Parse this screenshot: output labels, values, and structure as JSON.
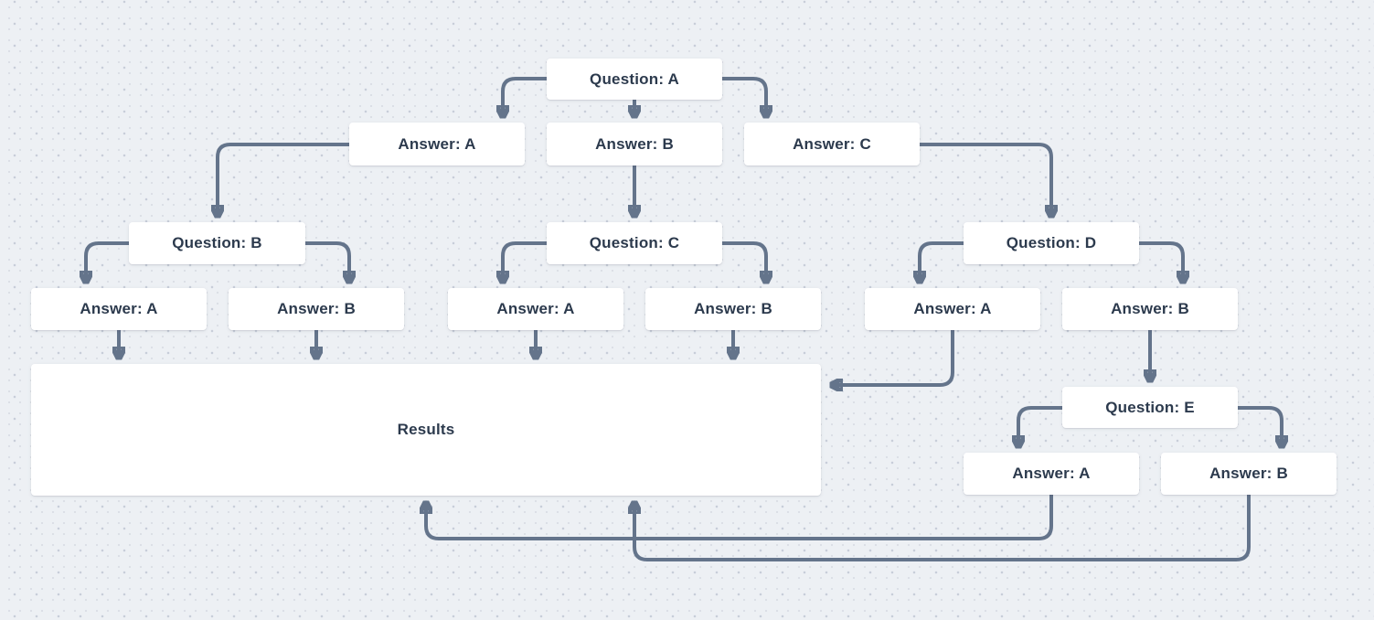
{
  "diagram": {
    "title": "question-answer-flowchart",
    "colors": {
      "background": "#edf0f4",
      "dot": "#c8ced9",
      "connector": "#64748b",
      "node_fill": "#ffffff",
      "node_text": "#2c3a4d"
    },
    "nodes": [
      {
        "id": "question-a",
        "type": "question",
        "label": "Question: A"
      },
      {
        "id": "qa-answer-a",
        "type": "answer",
        "label": "Answer: A"
      },
      {
        "id": "qa-answer-b",
        "type": "answer",
        "label": "Answer: B"
      },
      {
        "id": "qa-answer-c",
        "type": "answer",
        "label": "Answer: C"
      },
      {
        "id": "question-b",
        "type": "question",
        "label": "Question: B"
      },
      {
        "id": "qb-answer-a",
        "type": "answer",
        "label": "Answer: A"
      },
      {
        "id": "qb-answer-b",
        "type": "answer",
        "label": "Answer: B"
      },
      {
        "id": "question-c",
        "type": "question",
        "label": "Question: C"
      },
      {
        "id": "qc-answer-a",
        "type": "answer",
        "label": "Answer: A"
      },
      {
        "id": "qc-answer-b",
        "type": "answer",
        "label": "Answer: B"
      },
      {
        "id": "question-d",
        "type": "question",
        "label": "Question: D"
      },
      {
        "id": "qd-answer-a",
        "type": "answer",
        "label": "Answer: A"
      },
      {
        "id": "qd-answer-b",
        "type": "answer",
        "label": "Answer: B"
      },
      {
        "id": "question-e",
        "type": "question",
        "label": "Question: E"
      },
      {
        "id": "qe-answer-a",
        "type": "answer",
        "label": "Answer: A"
      },
      {
        "id": "qe-answer-b",
        "type": "answer",
        "label": "Answer: B"
      },
      {
        "id": "results",
        "type": "results",
        "label": "Results"
      }
    ],
    "edges": [
      {
        "from": "question-a",
        "to": "qa-answer-a"
      },
      {
        "from": "question-a",
        "to": "qa-answer-b"
      },
      {
        "from": "question-a",
        "to": "qa-answer-c"
      },
      {
        "from": "qa-answer-a",
        "to": "question-b"
      },
      {
        "from": "qa-answer-b",
        "to": "question-c"
      },
      {
        "from": "qa-answer-c",
        "to": "question-d"
      },
      {
        "from": "question-b",
        "to": "qb-answer-a"
      },
      {
        "from": "question-b",
        "to": "qb-answer-b"
      },
      {
        "from": "question-c",
        "to": "qc-answer-a"
      },
      {
        "from": "question-c",
        "to": "qc-answer-b"
      },
      {
        "from": "question-d",
        "to": "qd-answer-a"
      },
      {
        "from": "question-d",
        "to": "qd-answer-b"
      },
      {
        "from": "qb-answer-a",
        "to": "results"
      },
      {
        "from": "qb-answer-b",
        "to": "results"
      },
      {
        "from": "qc-answer-a",
        "to": "results"
      },
      {
        "from": "qc-answer-b",
        "to": "results"
      },
      {
        "from": "qd-answer-a",
        "to": "results"
      },
      {
        "from": "qd-answer-b",
        "to": "question-e"
      },
      {
        "from": "question-e",
        "to": "qe-answer-a"
      },
      {
        "from": "question-e",
        "to": "qe-answer-b"
      },
      {
        "from": "qe-answer-a",
        "to": "results"
      },
      {
        "from": "qe-answer-b",
        "to": "results"
      }
    ]
  }
}
